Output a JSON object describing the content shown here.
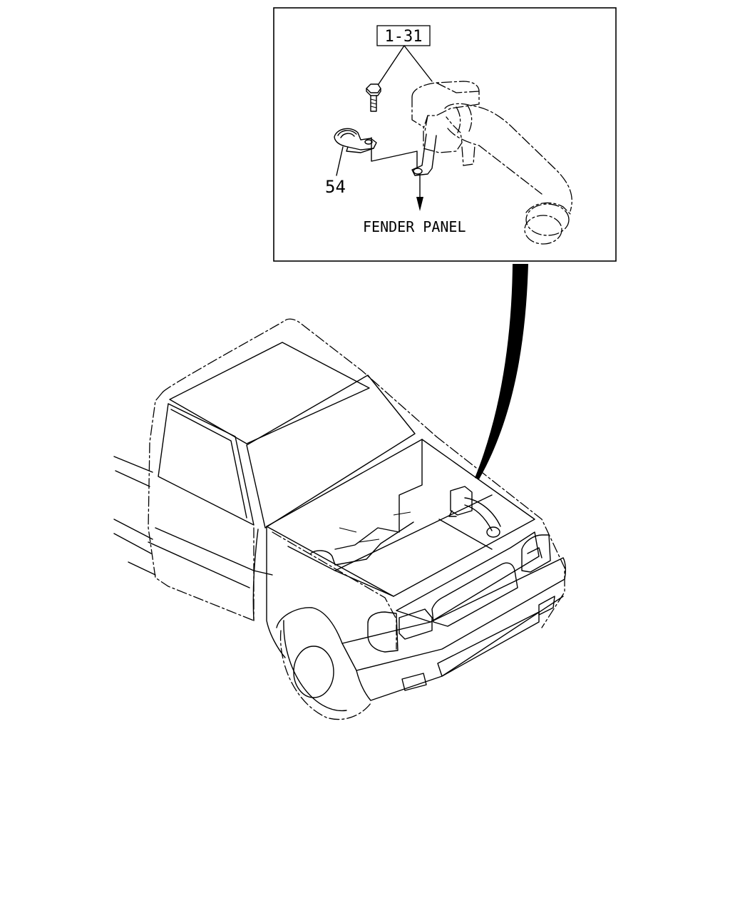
{
  "callouts": {
    "assembly_ref": "1-31",
    "bracket_ref": "54",
    "mount_note": "FENDER PANEL"
  }
}
